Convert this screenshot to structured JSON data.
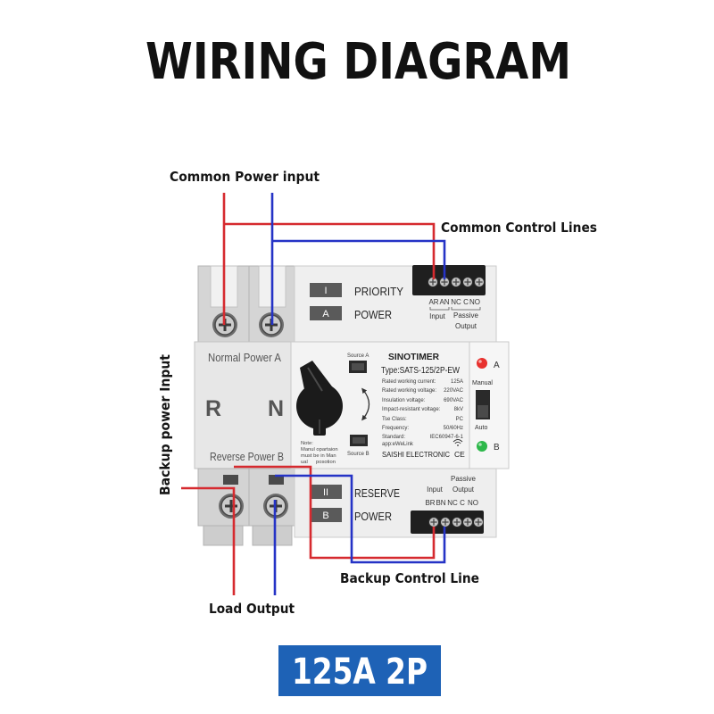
{
  "title": "WIRING DIAGRAM",
  "callouts": {
    "common_power_input": "Common Power input",
    "common_control_lines": "Common Control Lines",
    "backup_power_input": "Backup power Input",
    "backup_control_line": "Backup Control Line",
    "load_output": "Load Output"
  },
  "badge": "125A 2P",
  "device": {
    "priority_panel": {
      "mark": "I",
      "label": "PRIORITY",
      "source_mark": "A",
      "source_label": "POWER"
    },
    "top_terminals": {
      "pins": [
        "AR",
        "AN",
        "NC",
        "C",
        "NO"
      ],
      "input": "Input",
      "passive": "Passive",
      "output": "Output"
    },
    "breaker": {
      "normal_power": "Normal Power A",
      "phase": "R",
      "neutral": "N",
      "reverse_power": "Reverse Power B"
    },
    "selector": {
      "source_a": "Source A",
      "source_b": "Source B",
      "note": [
        "Note:",
        "Manul opartaion",
        "must be in Man",
        "ual",
        "posotion"
      ]
    },
    "nameplate": {
      "brand": "SINOTIMER",
      "type": "Type:SATS-125/2P-EW",
      "specs": [
        {
          "label": "Rated working current:",
          "value": "125A"
        },
        {
          "label": "Rated working voltage:",
          "value": "220VAC"
        },
        {
          "label": "Insulation voltage:",
          "value": "690VAC"
        },
        {
          "label": "Impact-resistant voltage:",
          "value": "8kV"
        },
        {
          "label": "Tse Class:",
          "value": "PC"
        },
        {
          "label": "Frequency:",
          "value": "50/60Hz"
        },
        {
          "label": "Standard:",
          "value": "IEC60947-6-1"
        }
      ],
      "app": "app:eWeLink",
      "app_icon": "wifi-icon",
      "maker": "SAISHI ELECTRONIC",
      "mark": "CE"
    },
    "indicators": {
      "led_a_label": "A",
      "manual": "Manual",
      "auto": "Auto",
      "led_b_label": "B"
    },
    "reserve_panel": {
      "mark": "II",
      "label": "RESERVE",
      "source_mark": "B",
      "source_label": "POWER"
    },
    "bottom_terminals": {
      "pins": [
        "BR",
        "BN",
        "NC",
        "C",
        "NO"
      ],
      "input": "Input",
      "passive": "Passive",
      "output": "Output"
    }
  },
  "colors": {
    "live_wire": "#d62a2f",
    "neutral_wire": "#2533c6",
    "badge": "#1e62b6",
    "led_a": "#e8312e",
    "led_b": "#2db84a"
  }
}
